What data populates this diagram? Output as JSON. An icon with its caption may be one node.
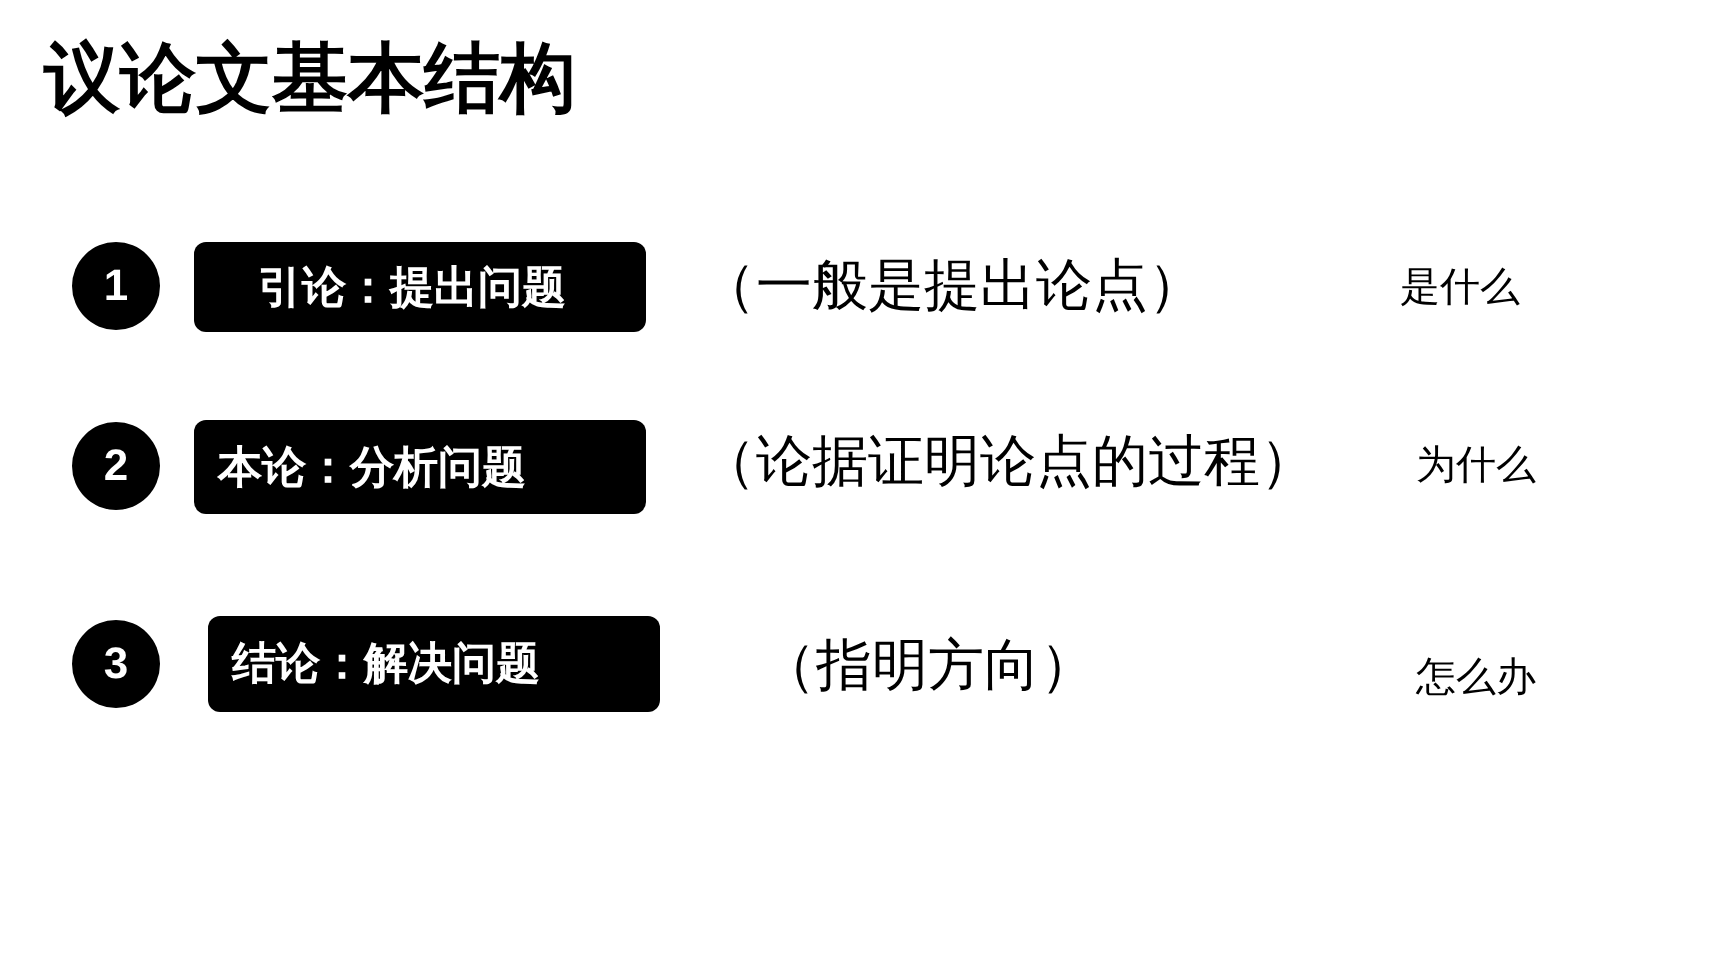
{
  "diagram": {
    "title": "议论文基本结构",
    "nodes": [
      {
        "text": [
          "1"
        ]
      },
      {
        "text": [
          "引论：提出问题"
        ]
      },
      {
        "text": [
          "2"
        ]
      },
      {
        "text": [
          "本论：分析问题"
        ]
      },
      {
        "text": [
          "3"
        ]
      },
      {
        "text": [
          "结论：解决问题"
        ]
      }
    ],
    "labels": [
      "（一般是提出论点）",
      "是什么",
      "（论据证明论点的过程）",
      "为什么",
      "（指明方向）",
      "怎么办"
    ]
  }
}
